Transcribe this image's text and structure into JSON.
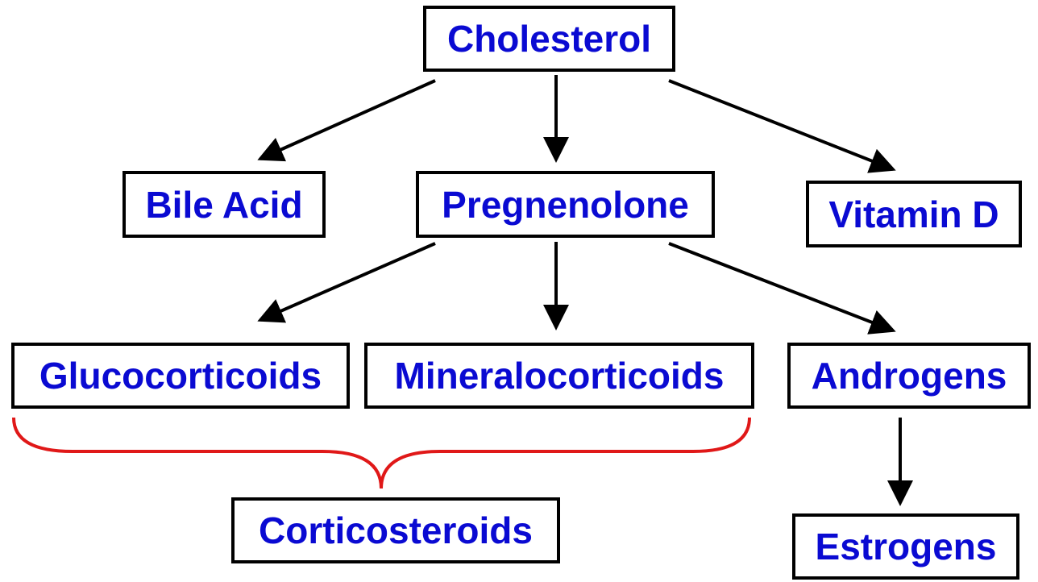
{
  "colors": {
    "label_text": "#0a0ad2",
    "border": "#000000",
    "arrow": "#000000",
    "brace": "#e01818",
    "background": "#ffffff"
  },
  "nodes": {
    "cholesterol": "Cholesterol",
    "bile_acid": "Bile Acid",
    "pregnenolone": "Pregnenolone",
    "vitamin_d": "Vitamin D",
    "glucocorticoids": "Glucocorticoids",
    "mineralocorticoids": "Mineralocorticoids",
    "androgens": "Androgens",
    "corticosteroids": "Corticosteroids",
    "estrogens": "Estrogens"
  },
  "edges": [
    {
      "from": "Cholesterol",
      "to": "Bile Acid"
    },
    {
      "from": "Cholesterol",
      "to": "Pregnenolone"
    },
    {
      "from": "Cholesterol",
      "to": "Vitamin D"
    },
    {
      "from": "Pregnenolone",
      "to": "Glucocorticoids"
    },
    {
      "from": "Pregnenolone",
      "to": "Mineralocorticoids"
    },
    {
      "from": "Pregnenolone",
      "to": "Androgens"
    },
    {
      "from": "Androgens",
      "to": "Estrogens"
    }
  ],
  "groups": [
    {
      "label": "Corticosteroids",
      "members": [
        "Glucocorticoids",
        "Mineralocorticoids"
      ]
    }
  ]
}
